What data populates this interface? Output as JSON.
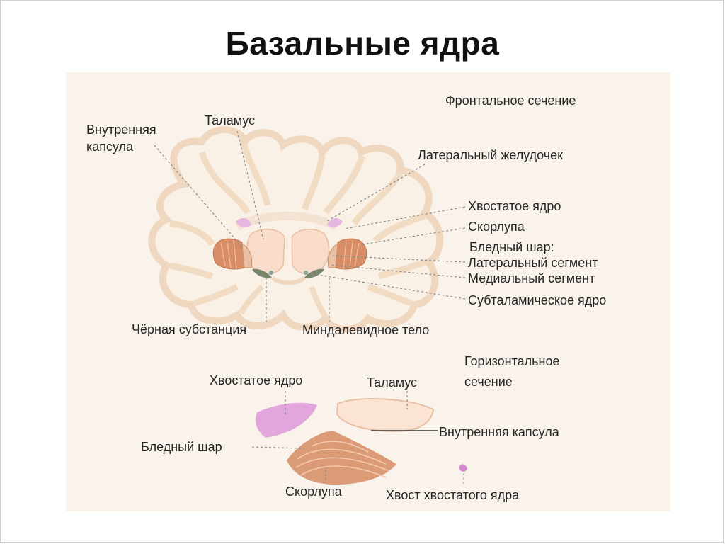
{
  "title": "Базальные ядра",
  "frontal": {
    "section_title": "Фронтальное сечение",
    "internal_capsule_1": "Внутренняя",
    "internal_capsule_2": "капсула",
    "thalamus": "Таламус",
    "lateral_ventricle": "Латеральный желудочек",
    "caudate_nucleus": "Хвостатое ядро",
    "putamen": "Скорлупа",
    "globus_pallidus": "Бледный шар:",
    "lateral_segment": "Латеральный сегмент",
    "medial_segment": "Медиальный сегмент",
    "subthalamic_nucleus": "Субталамическое ядро",
    "substantia_nigra": "Чёрная субстанция",
    "amygdala": "Миндалевидное тело"
  },
  "horizontal": {
    "section_title_1": "Горизонтальное",
    "section_title_2": "сечение",
    "caudate_nucleus": "Хвостатое ядро",
    "thalamus": "Таламус",
    "internal_capsule": "Внутренняя капсула",
    "globus_pallidus": "Бледный шар",
    "putamen": "Скорлупа",
    "caudate_tail": "Хвост хвостатого ядра"
  },
  "colors": {
    "panel_bg": "#faf3eb",
    "brain_outline": "#f2dcc6",
    "thalamus_fill": "#f9dcca",
    "putamen_fill": "#d88d66",
    "caudate_fill": "#e2a6dc",
    "pallidus_fill": "#eac0a4",
    "nigra_fill": "#79866c"
  }
}
